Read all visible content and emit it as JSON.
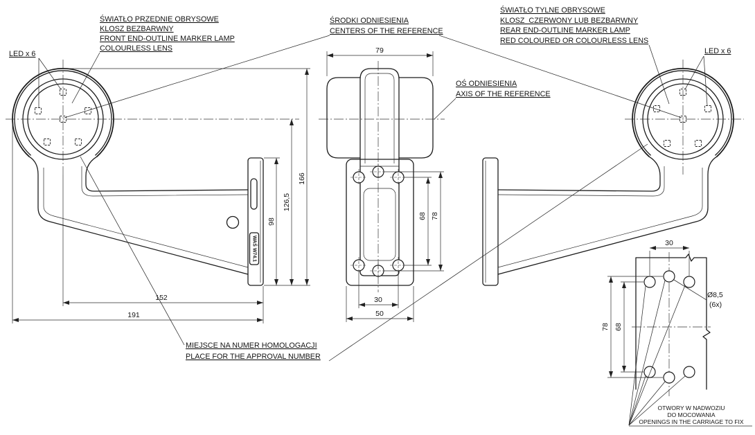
{
  "labels": {
    "front_lamp": [
      "ŚWIATŁO PRZEDNIE OBRYSOWE",
      "KLOSZ BEZBARWNY",
      "FRONT END-OUTLINE MARKER LAMP",
      "COLOURLESS LENS"
    ],
    "rear_lamp": [
      "ŚWIATŁO TYLNE OBRYSOWE",
      "KLOSZ  CZERWONY LUB BEZBARWNY",
      "REAR END-OUTLINE MARKER LAMP",
      "RED COLOURED OR COLOURLESS LENS"
    ],
    "reference_centers": [
      "ŚRODKI ODNIESIENIA",
      "CENTERS OF THE REFERENCE"
    ],
    "reference_axis": [
      "OŚ ODNIESIENIA",
      "AXIS OF THE REFERENCE"
    ],
    "led_count_left": "LED x 6",
    "led_count_right": "LED x 6",
    "approval_number": [
      "MIEJSCE NA NUMER HOMOLOGACJI",
      "PLACE FOR THE APPROVAL NUMBER"
    ],
    "mounting_holes": [
      "OTWORY W NADWOZIU",
      "DO MOCOWANIA",
      "OPENINGS IN THE CARRIAGE TO FIX"
    ],
    "bracket_stamp": "WAŚ W74.1"
  },
  "dimensions": {
    "overall_height": "166",
    "center_height": "126,5",
    "bracket_height": "98",
    "center_offset": "152",
    "overall_length": "191",
    "lens_width": "79",
    "front_hole_spacing_inner": "68",
    "front_hole_spacing_outer": "78",
    "front_hole_pitch": "30",
    "bracket_width": "50",
    "detail_hole_pitch": "30",
    "detail_hole_spacing_outer": "78",
    "detail_hole_spacing_inner": "68",
    "hole_diameter": "Ø8,5",
    "hole_count": "(6x)"
  }
}
